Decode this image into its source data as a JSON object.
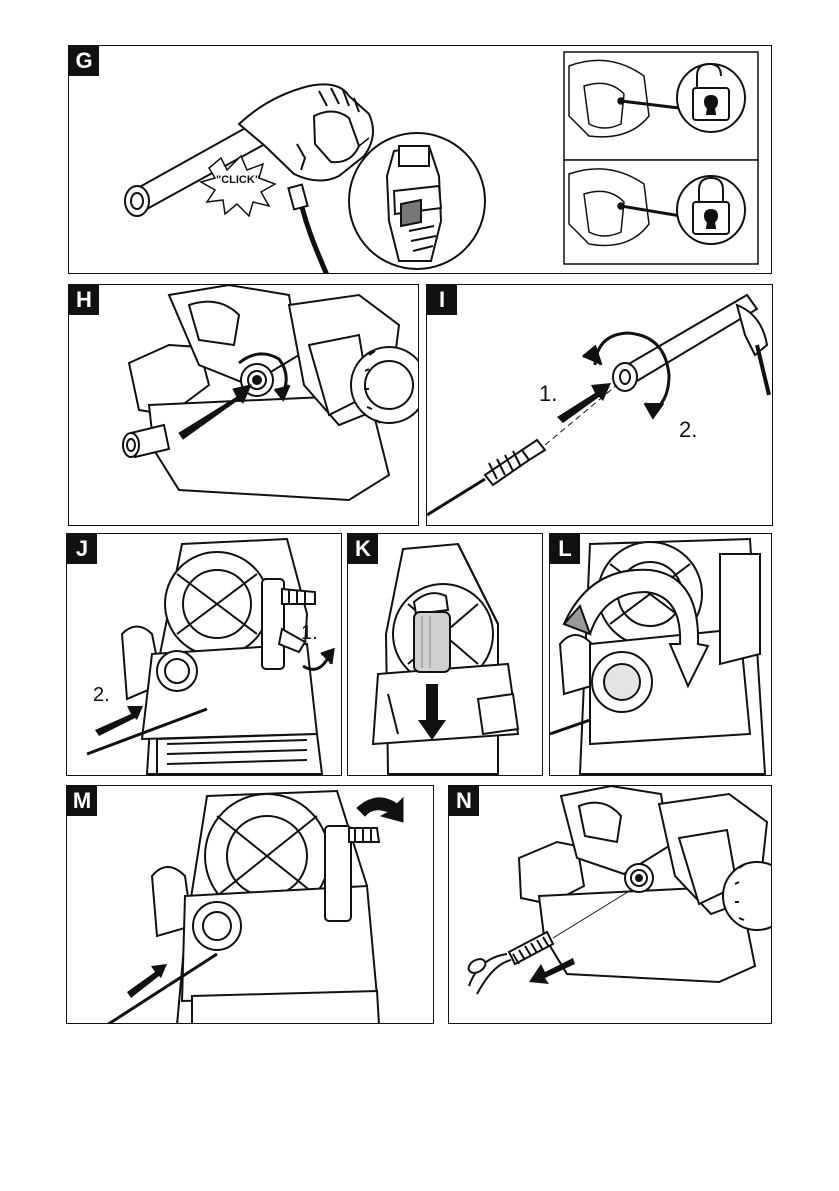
{
  "panels": {
    "g": {
      "label": "G",
      "click_text": "\"CLICK\""
    },
    "h": {
      "label": "H"
    },
    "i": {
      "label": "I",
      "step1": "1.",
      "step2": "2."
    },
    "j": {
      "label": "J",
      "step1": "1.",
      "step2": "2."
    },
    "k": {
      "label": "K"
    },
    "l": {
      "label": "L"
    },
    "m": {
      "label": "M"
    },
    "n": {
      "label": "N"
    }
  },
  "icons": {
    "unlocked": "padlock-open-icon",
    "locked": "padlock-closed-icon"
  },
  "colors": {
    "line": "#111111",
    "shade": "#d0d0d0",
    "bg": "#ffffff"
  }
}
